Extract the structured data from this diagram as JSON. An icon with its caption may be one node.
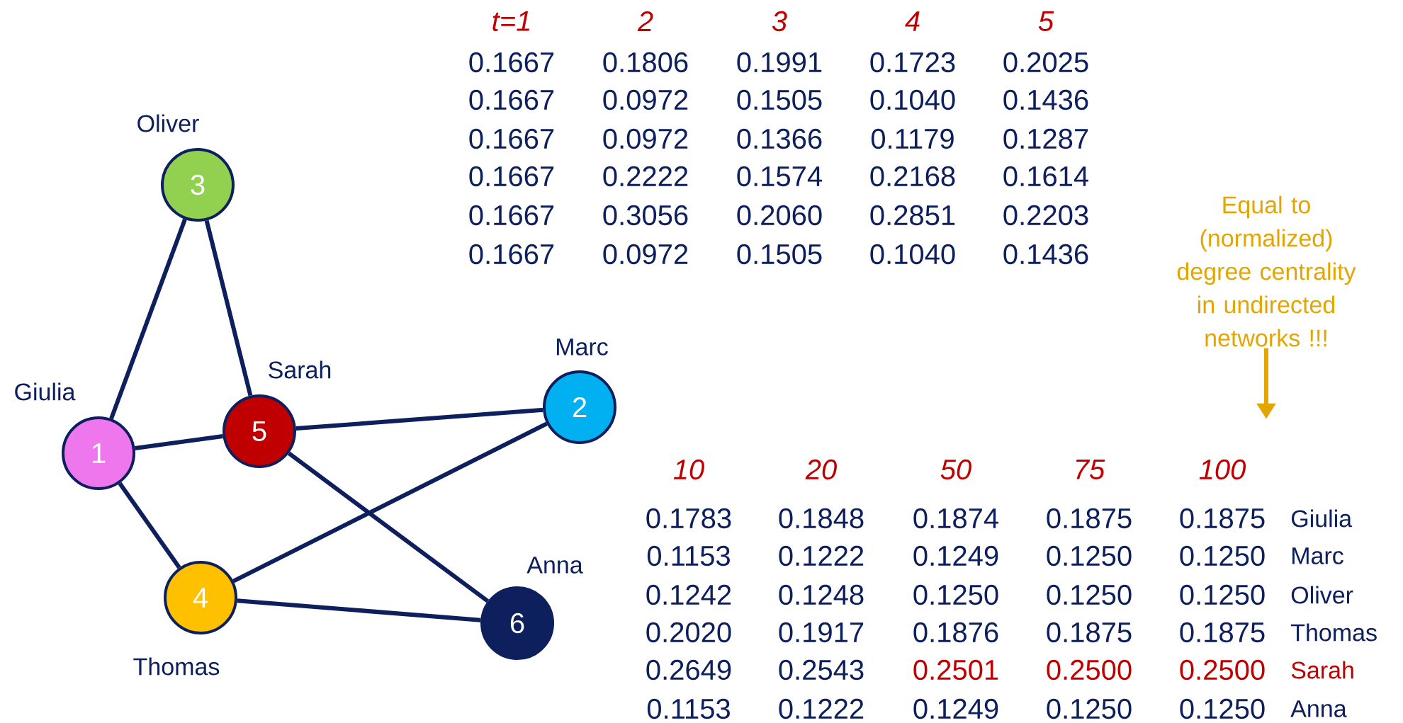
{
  "diagram": {
    "nodes": [
      {
        "text": [
          "1"
        ],
        "beside": [
          "Giulia"
        ]
      },
      {
        "text": [
          "2"
        ],
        "beside": [
          "Marc"
        ]
      },
      {
        "text": [
          "3"
        ],
        "beside": [
          "Oliver"
        ]
      },
      {
        "text": [
          "4"
        ],
        "beside": [
          "Thomas"
        ]
      },
      {
        "text": [
          "5"
        ],
        "beside": [
          "Sarah"
        ]
      },
      {
        "text": [
          "6"
        ],
        "beside": [
          "Anna"
        ]
      },
      {
        "text": [
          "Equal to (normalized) degree centrality in undirected networks !!!"
        ]
      }
    ],
    "edges": [
      {
        "from": 0,
        "to": 2,
        "arrow": "none"
      },
      {
        "from": 2,
        "to": 4,
        "arrow": "none"
      },
      {
        "from": 0,
        "to": 4,
        "arrow": "none"
      },
      {
        "from": 4,
        "to": 1,
        "arrow": "none"
      },
      {
        "from": 4,
        "to": 5,
        "arrow": "none"
      },
      {
        "from": 0,
        "to": 3,
        "arrow": "none"
      },
      {
        "from": 3,
        "to": 1,
        "arrow": "none"
      },
      {
        "from": 3,
        "to": 5,
        "arrow": "none"
      },
      {
        "from": 6,
        "to": null,
        "arrow": "to",
        "color": "#e3a500"
      }
    ],
    "labels": [
      "t=1",
      "2",
      "3",
      "4",
      "5",
      "0.1667",
      "0.1806",
      "0.1991",
      "0.1723",
      "0.2025",
      "0.1667",
      "0.0972",
      "0.1505",
      "0.1040",
      "0.1436",
      "0.1667",
      "0.0972",
      "0.1366",
      "0.1179",
      "0.1287",
      "0.1667",
      "0.2222",
      "0.1574",
      "0.2168",
      "0.1614",
      "0.1667",
      "0.3056",
      "0.2060",
      "0.2851",
      "0.2203",
      "0.1667",
      "0.0972",
      "0.1505",
      "0.1040",
      "0.1436",
      "10",
      "20",
      "50",
      "75",
      "100",
      "0.1783",
      "0.1848",
      "0.1874",
      "0.1875",
      "0.1875",
      "Giulia",
      "0.1153",
      "0.1222",
      "0.1249",
      "0.1250",
      "0.1250",
      "Marc",
      "0.1242",
      "0.1248",
      "0.1250",
      "0.1250",
      "0.1250",
      "Oliver",
      "0.2020",
      "0.1917",
      "0.1876",
      "0.1875",
      "0.1875",
      "Thomas",
      "0.2649",
      "0.2543",
      "0.2501",
      "0.2500",
      "0.2500",
      "Sarah",
      "0.1153",
      "0.1222",
      "0.1249",
      "0.1250",
      "0.1250",
      "Anna"
    ]
  }
}
